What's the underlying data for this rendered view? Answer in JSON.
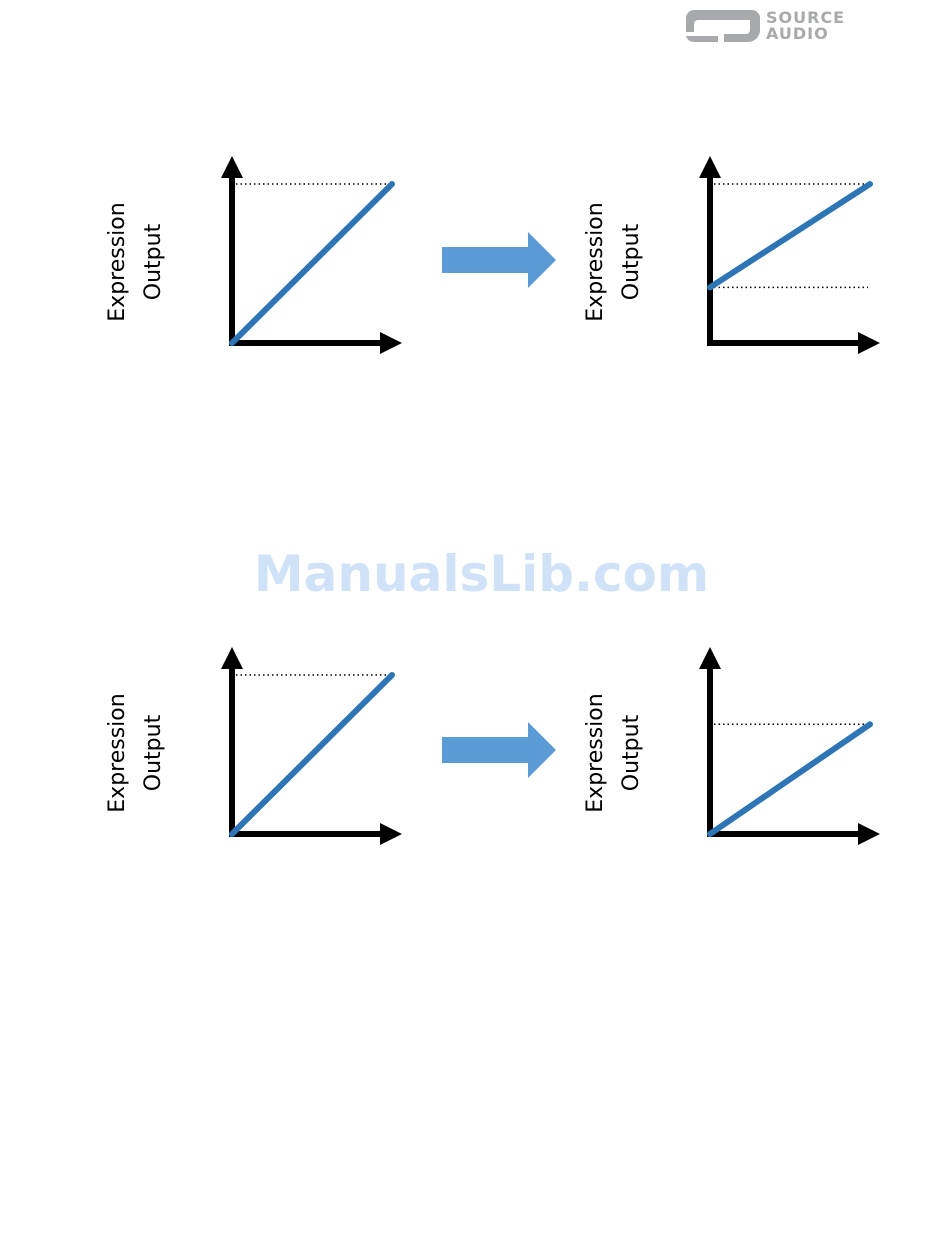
{
  "logo": {
    "line1": "SOURCE",
    "line2": "AUDIO"
  },
  "watermark": {
    "text": "ManualsLib.com"
  },
  "colors": {
    "line": "#2e75b6",
    "arrow": "#5b9bd5",
    "axis": "#000000"
  },
  "diagrams": [
    {
      "ylabel_line1": "Expression",
      "ylabel_line2": "Output",
      "start_level": 0.0,
      "end_level": 1.0
    },
    {
      "ylabel_line1": "Expression",
      "ylabel_line2": "Output",
      "start_level": 0.35,
      "end_level": 1.0
    },
    {
      "ylabel_line1": "Expression",
      "ylabel_line2": "Output",
      "start_level": 0.0,
      "end_level": 1.0
    },
    {
      "ylabel_line1": "Expression",
      "ylabel_line2": "Output",
      "start_level": 0.0,
      "end_level": 0.69
    }
  ]
}
